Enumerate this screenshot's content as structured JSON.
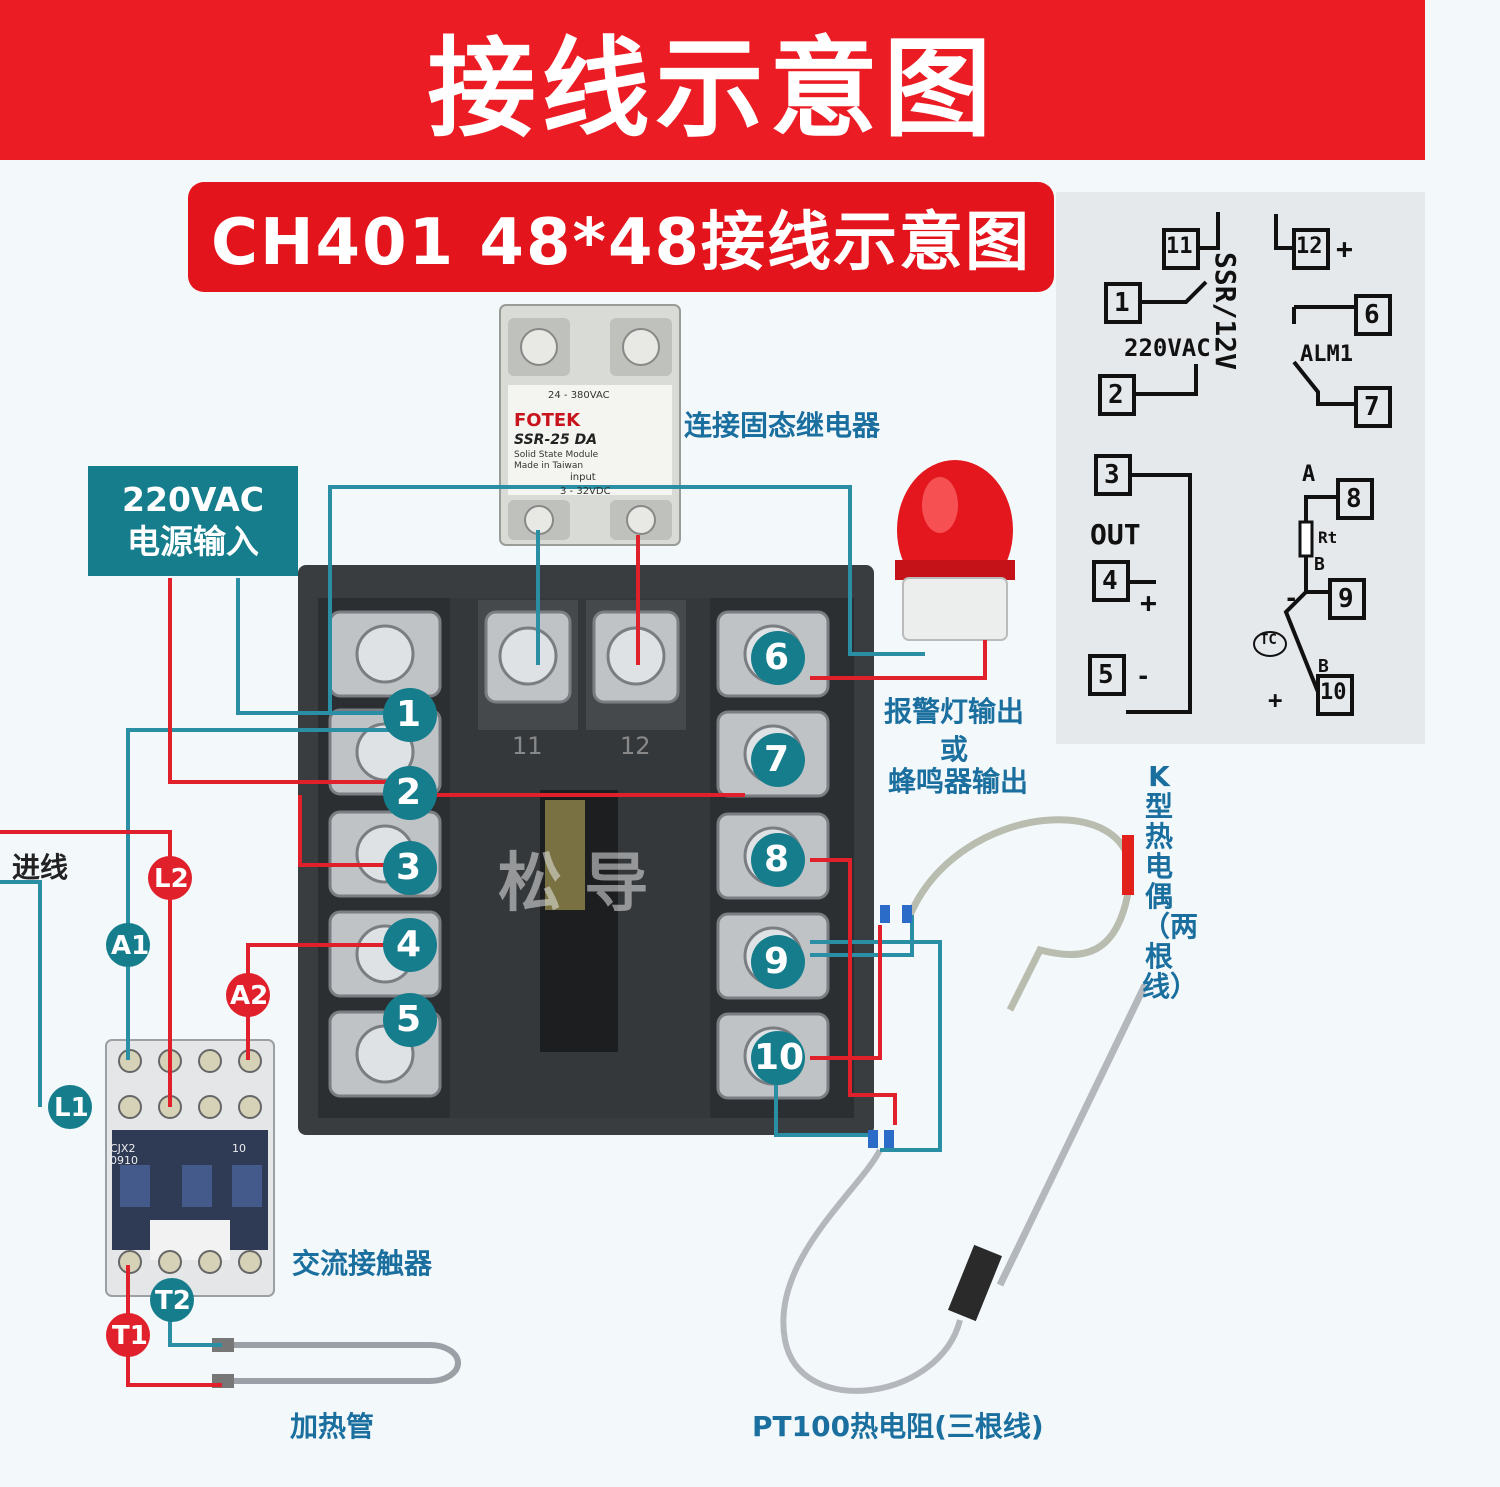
{
  "title": "接线示意图",
  "subtitle": "CH401  48*48接线示意图",
  "power_box": {
    "line1": "220VAC",
    "line2": "电源输入"
  },
  "labels": {
    "ssr": "连接固态继电器",
    "alarm_line1": "报警灯输出",
    "alarm_line2": "或",
    "alarm_line3": "蜂鸣器输出",
    "k_thermocouple": "K型热电偶（两根线）",
    "pt100": "PT100热电阻(三根线)",
    "contactor": "交流接触器",
    "heater": "加热管",
    "incoming": "进线",
    "watermark": "松 导"
  },
  "ssr_module": {
    "brand": "FOTEK",
    "model": "SSR-25 DA",
    "desc1": "Solid State Module",
    "desc2": "Made in Taiwan",
    "voltage": "24 - 380VAC",
    "input": "input",
    "input_voltage": "3 - 32VDC"
  },
  "contactor_module": {
    "model": "CJX2",
    "model2": "0910",
    "no": "10"
  },
  "terminals": {
    "left": [
      "1",
      "2",
      "3",
      "4",
      "5"
    ],
    "right": [
      "6",
      "7",
      "8",
      "9",
      "10"
    ],
    "top": [
      "11",
      "12"
    ]
  },
  "wire_badges": [
    "L1",
    "L2",
    "A1",
    "A2",
    "T1",
    "T2"
  ],
  "legend": {
    "ssr": "SSR/12V",
    "vac": "220VAC",
    "out": "OUT",
    "alm": "ALM1",
    "rt": "Rt",
    "a": "A",
    "b": "B",
    "tc": "TC",
    "plus": "+",
    "minus": "-",
    "terminals": [
      "1",
      "2",
      "3",
      "4",
      "5",
      "6",
      "7",
      "8",
      "9",
      "10",
      "11",
      "12"
    ]
  },
  "colors": {
    "banner": "#ec1c24",
    "teal": "#157d8c",
    "wire_red": "#e0202a",
    "wire_teal": "#2a8fa5",
    "label_blue": "#1a6f9f",
    "controller_body": "#3a3d40"
  }
}
